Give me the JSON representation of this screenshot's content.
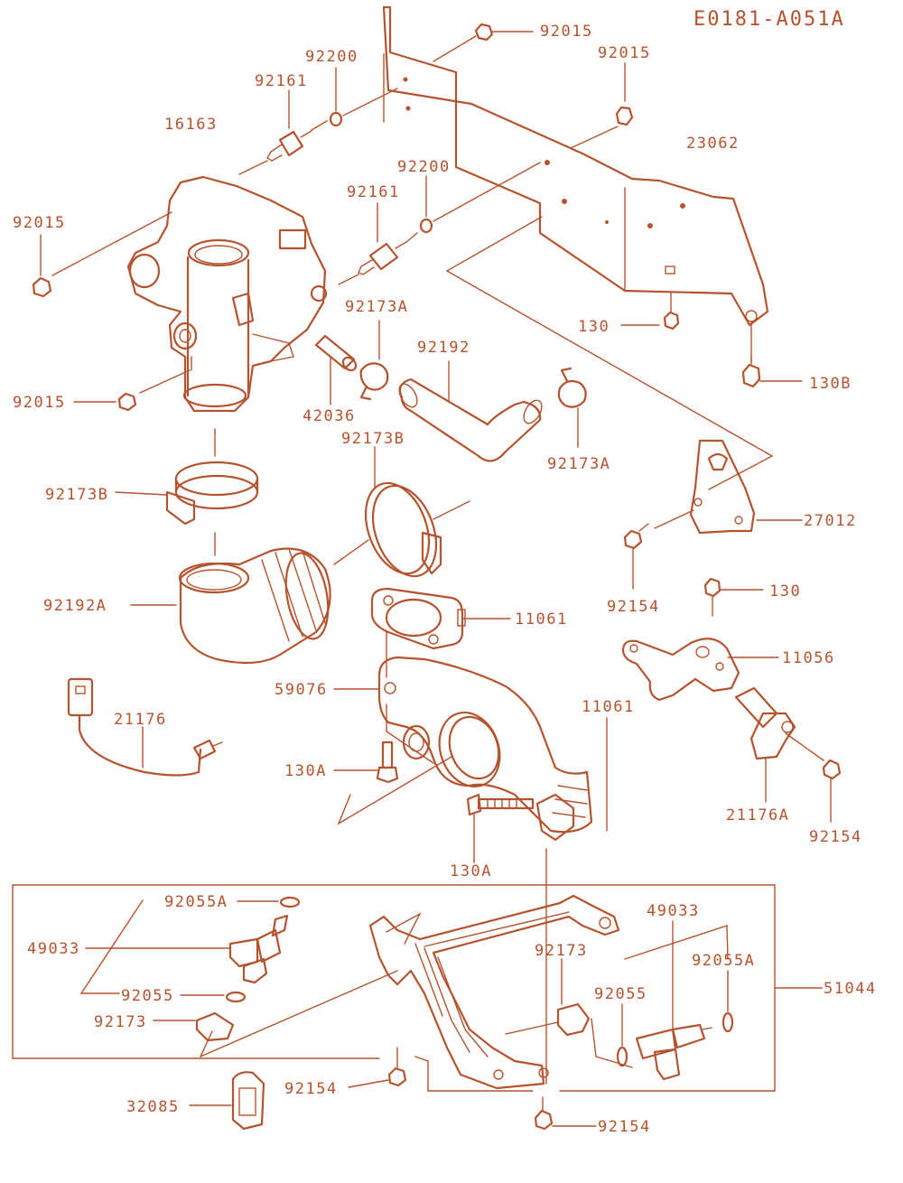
{
  "diagram": {
    "code": "E0181-A051A",
    "colors": {
      "ink": "#b5532e",
      "fill": "#fbeee6",
      "background": "#ffffff"
    },
    "labels": {
      "p92015_top": "92015",
      "p92015_top2": "92015",
      "p92200_a": "92200",
      "p92161_a": "92161",
      "p16163": "16163",
      "p23062": "23062",
      "p92200_b": "92200",
      "p92161_b": "92161",
      "p92015_left": "92015",
      "p92173A_a": "92173A",
      "p92192": "92192",
      "p130_a": "130",
      "p130B": "130B",
      "p92015_left2": "92015",
      "p42036": "42036",
      "p92173B_a": "92173B",
      "p92173A_b": "92173A",
      "p27012": "27012",
      "p92173B_b": "92173B",
      "p92154_a": "92154",
      "p130_b": "130",
      "p92192A": "92192A",
      "p11061_a": "11061",
      "p11056": "11056",
      "p59076": "59076",
      "p21176": "21176",
      "p11061_b": "11061",
      "p130A_a": "130A",
      "p21176A": "21176A",
      "p92154_b": "92154",
      "p130A_b": "130A",
      "p92055A_a": "92055A",
      "p49033_a": "49033",
      "p49033_b": "49033",
      "p92173_a": "92173",
      "p92055A_b": "92055A",
      "p92055_a": "92055",
      "p92055_b": "92055",
      "p51044": "51044",
      "p92173_b": "92173",
      "p92154_c": "92154",
      "p32085": "32085",
      "p92154_d": "92154"
    }
  }
}
